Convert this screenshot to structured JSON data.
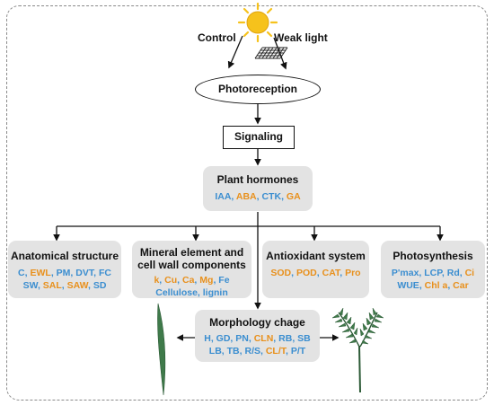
{
  "inputs": {
    "control": "Control",
    "weak_light": "Weak light"
  },
  "photoreception": "Photoreception",
  "signaling": "Signaling",
  "hormones": {
    "title": "Plant hormones",
    "items": [
      {
        "text": "IAA",
        "color": "blue"
      },
      {
        "text": "ABA",
        "color": "orange"
      },
      {
        "text": "CTK",
        "color": "blue"
      },
      {
        "text": "GA",
        "color": "orange"
      }
    ]
  },
  "categories": [
    {
      "title_lines": [
        "Anatomical structure"
      ],
      "item_lines": [
        [
          {
            "text": "C",
            "color": "blue"
          },
          {
            "text": "EWL",
            "color": "orange"
          },
          {
            "text": "PM",
            "color": "blue"
          },
          {
            "text": "DVT",
            "color": "blue"
          },
          {
            "text": "FC",
            "color": "blue"
          }
        ],
        [
          {
            "text": "SW",
            "color": "blue"
          },
          {
            "text": "SAL",
            "color": "orange"
          },
          {
            "text": "SAW",
            "color": "orange"
          },
          {
            "text": "SD",
            "color": "blue"
          }
        ]
      ]
    },
    {
      "title_lines": [
        "Mineral element and",
        "cell wall components"
      ],
      "item_lines": [
        [
          {
            "text": "k",
            "color": "orange"
          },
          {
            "text": "Cu",
            "color": "orange"
          },
          {
            "text": "Ca",
            "color": "orange"
          },
          {
            "text": "Mg",
            "color": "orange"
          },
          {
            "text": "Fe",
            "color": "blue"
          }
        ],
        [
          {
            "text": "Cellulose",
            "color": "blue"
          },
          {
            "text": "lignin",
            "color": "blue"
          }
        ]
      ]
    },
    {
      "title_lines": [
        "Antioxidant system"
      ],
      "item_lines": [
        [
          {
            "text": "SOD",
            "color": "orange"
          },
          {
            "text": "POD",
            "color": "orange"
          },
          {
            "text": "CAT",
            "color": "orange"
          },
          {
            "text": "Pro",
            "color": "orange"
          }
        ]
      ]
    },
    {
      "title_lines": [
        "Photosynthesis"
      ],
      "item_lines": [
        [
          {
            "text": "P'max",
            "color": "blue"
          },
          {
            "text": "LCP",
            "color": "blue"
          },
          {
            "text": "Rd",
            "color": "blue"
          },
          {
            "text": "Ci",
            "color": "orange"
          }
        ],
        [
          {
            "text": "WUE",
            "color": "blue"
          },
          {
            "text": "Chl a",
            "color": "orange"
          },
          {
            "text": "Car",
            "color": "orange"
          }
        ]
      ]
    }
  ],
  "morphology": {
    "title": "Morphology chage",
    "item_lines": [
      [
        {
          "text": "H",
          "color": "blue"
        },
        {
          "text": "GD",
          "color": "blue"
        },
        {
          "text": "PN",
          "color": "blue"
        },
        {
          "text": "CLN",
          "color": "orange"
        },
        {
          "text": "RB",
          "color": "blue"
        },
        {
          "text": "SB",
          "color": "blue"
        }
      ],
      [
        {
          "text": "LB",
          "color": "blue"
        },
        {
          "text": "TB",
          "color": "blue"
        },
        {
          "text": "R/S",
          "color": "blue"
        },
        {
          "text": "CL/T",
          "color": "orange"
        },
        {
          "text": "P/T",
          "color": "blue"
        }
      ]
    ]
  },
  "colors": {
    "blue": "#3b8ed0",
    "orange": "#e8901c",
    "box": "#e3e3e3",
    "sun": "#f6c21c",
    "leaf": "#3f7a4a"
  }
}
